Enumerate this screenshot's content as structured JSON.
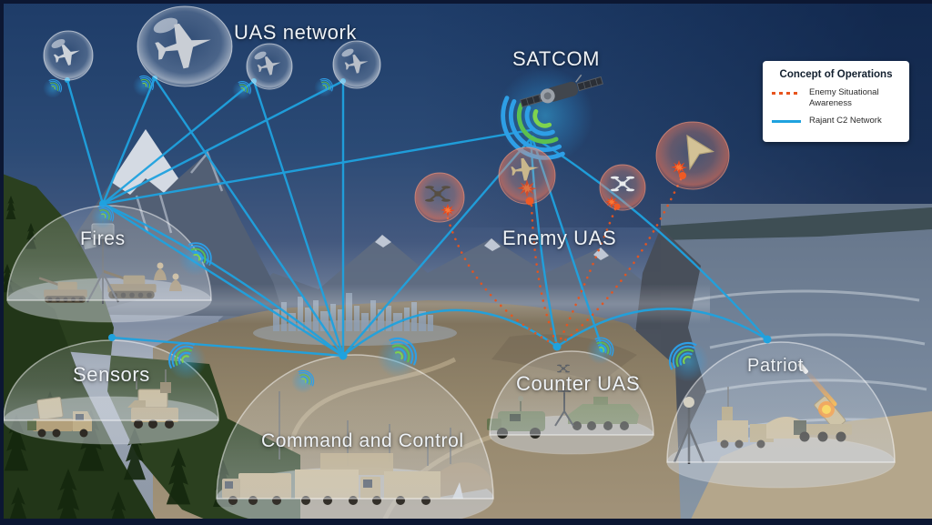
{
  "diagram_description": "Concept of operations network diagram over terrain",
  "labels": {
    "uas_network": "UAS network",
    "satcom": "SATCOM",
    "enemy_uas": "Enemy UAS",
    "fires": "Fires",
    "sensors": "Sensors",
    "command_and_control": "Command and Control",
    "counter_uas": "Counter UAS",
    "patriot": "Patriot"
  },
  "legend": {
    "title": "Concept of Operations",
    "items": [
      {
        "label": "Enemy Situational Awareness",
        "line_style": "dotted",
        "color": "#E8541D"
      },
      {
        "label": "Rajant C2 Network",
        "line_style": "solid",
        "color": "#1FA2DF"
      }
    ]
  },
  "colors": {
    "rajant_c2_line": "#1FA2DF",
    "enemy_line": "#E8541D",
    "wifi_blue": "#2E9FE6",
    "wifi_green": "#6EC94C",
    "sky_top": "#1E3C68"
  },
  "network": {
    "nodes": [
      "UAS network",
      "SATCOM",
      "Fires",
      "Sensors",
      "Command and Control",
      "Counter UAS",
      "Patriot",
      "Enemy UAS"
    ],
    "c2_links": [
      [
        "Fires",
        "UAS network"
      ],
      [
        "Fires",
        "SATCOM"
      ],
      [
        "Fires",
        "Command and Control"
      ],
      [
        "Command and Control",
        "UAS network"
      ],
      [
        "Command and Control",
        "SATCOM"
      ],
      [
        "Command and Control",
        "Sensors"
      ],
      [
        "Command and Control",
        "Counter UAS"
      ],
      [
        "SATCOM",
        "Counter UAS"
      ],
      [
        "SATCOM",
        "Patriot"
      ],
      [
        "Counter UAS",
        "Patriot"
      ]
    ],
    "enemy_links": [
      [
        "Enemy UAS",
        "Counter UAS"
      ]
    ]
  },
  "icons": [
    "satellite-icon",
    "wifi-signal-icon",
    "drone-icon",
    "quadcopter-icon",
    "explosion-burst-icon",
    "protective-dome",
    "missile-launch-icon"
  ]
}
